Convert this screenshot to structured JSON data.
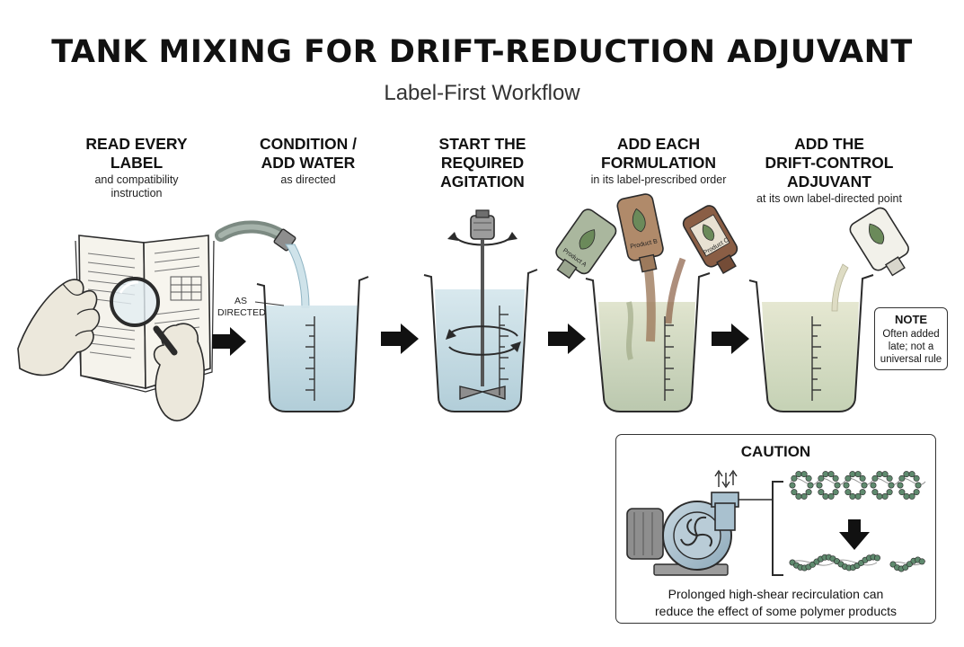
{
  "header": {
    "title": "TANK MIXING FOR DRIFT-REDUCTION ADJUVANT",
    "subtitle": "Label-First Workflow"
  },
  "steps": [
    {
      "title": "READ EVERY\nLABEL",
      "sub": "and compatibility\ninstruction"
    },
    {
      "title": "CONDITION /\nADD WATER",
      "sub": "as directed"
    },
    {
      "title": "START THE\nREQUIRED\nAGITATION",
      "sub": ""
    },
    {
      "title": "ADD EACH\nFORMULATION",
      "sub": "in its label-prescribed order"
    },
    {
      "title": "ADD THE\nDRIFT-CONTROL\nADJUVANT",
      "sub": "at its own label-directed point"
    }
  ],
  "callouts": {
    "as_directed": "AS\nDIRECTED"
  },
  "bottle_labels": {
    "a": "Product A",
    "b": "Product B",
    "c": "Product C"
  },
  "note": {
    "title": "NOTE",
    "text": "Often added\nlate; not a\nuniversal rule"
  },
  "caution": {
    "title": "CAUTION",
    "text": "Prolonged high-shear recirculation can\nreduce the effect of some polymer products"
  },
  "colors": {
    "water": "#bcd6e0",
    "mix": "#c9d3ba",
    "glove": "#ece8dc",
    "outline": "#2b2b2b",
    "bottle_green": "#aab79e",
    "bottle_brown": "#8a5e45",
    "pump_blue": "#a9c1cf",
    "polymer_green": "#5f8a6e"
  }
}
